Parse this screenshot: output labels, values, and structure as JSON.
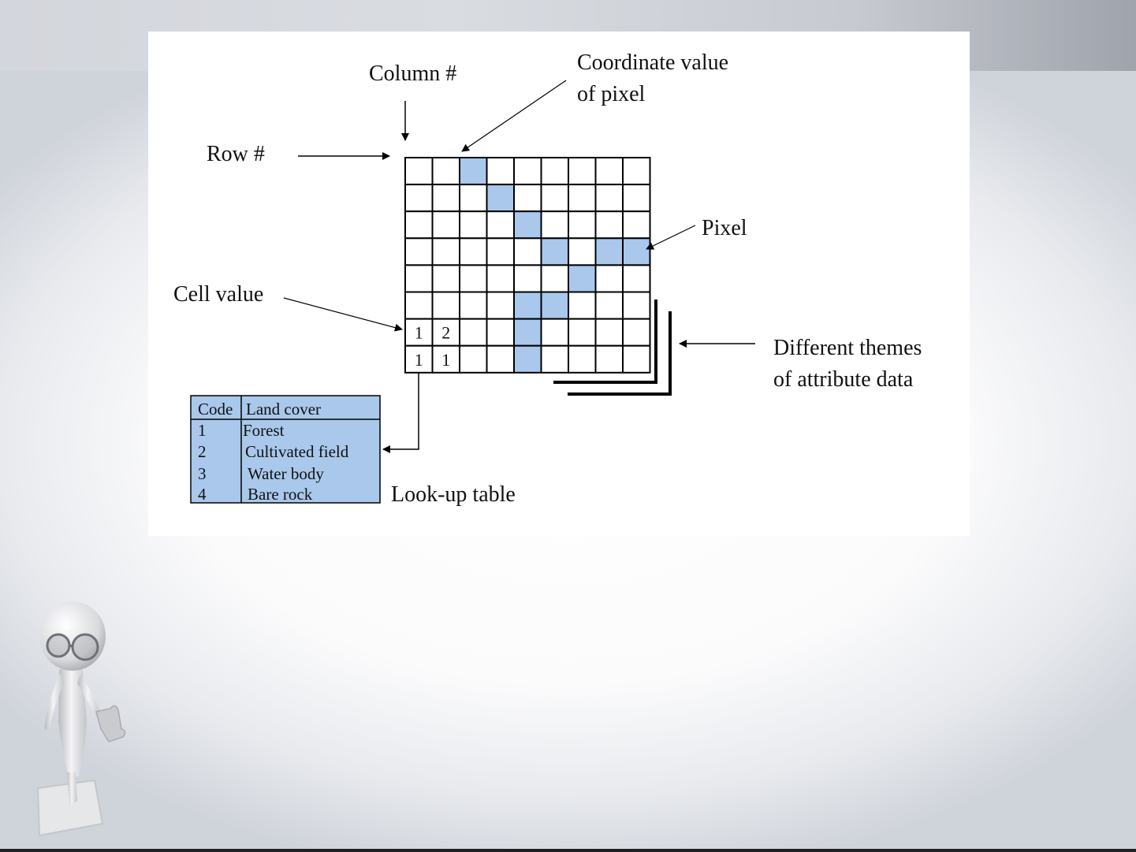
{
  "labels": {
    "column": "Column #",
    "row": "Row #",
    "coordinate_line1": "Coordinate value",
    "coordinate_line2": "of pixel",
    "pixel": "Pixel",
    "cell_value": "Cell value",
    "themes_line1": "Different themes",
    "themes_line2": "of attribute data",
    "lookup": "Look-up table"
  },
  "grid": {
    "rows": 8,
    "cols": 9,
    "highlight_color": "#a9c8ec",
    "highlighted": [
      [
        0,
        2
      ],
      [
        1,
        3
      ],
      [
        2,
        4
      ],
      [
        3,
        5
      ],
      [
        3,
        7
      ],
      [
        3,
        8
      ],
      [
        4,
        6
      ],
      [
        5,
        4
      ],
      [
        5,
        5
      ],
      [
        6,
        4
      ],
      [
        7,
        4
      ]
    ],
    "cell_values": [
      {
        "row": 6,
        "col": 0,
        "value": "1"
      },
      {
        "row": 6,
        "col": 1,
        "value": "2"
      },
      {
        "row": 7,
        "col": 0,
        "value": "1"
      },
      {
        "row": 7,
        "col": 1,
        "value": "1"
      }
    ]
  },
  "lookup_table": {
    "fill_color": "#a9c8ec",
    "header": [
      "Code",
      "Land cover"
    ],
    "rows": [
      [
        "1",
        "Forest"
      ],
      [
        "2",
        "Cultivated field"
      ],
      [
        "3",
        "Water body"
      ],
      [
        "4",
        "Bare rock"
      ]
    ]
  }
}
